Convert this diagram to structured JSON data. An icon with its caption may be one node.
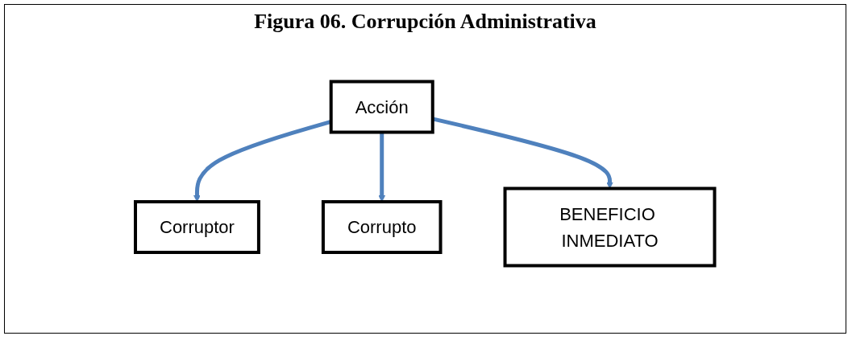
{
  "diagram": {
    "title": "Figura 06. Corrupción Administrativa",
    "nodes": [
      {
        "text": [
          "Corruptor"
        ]
      },
      {
        "text": [
          "Acción"
        ]
      },
      {
        "text": [
          "Corrupto"
        ]
      },
      {
        "text": [
          "BENEFICIO INMEDIATO"
        ]
      }
    ],
    "edges": [
      {
        "from": 1,
        "to": 0,
        "arrow": "to"
      },
      {
        "from": 1,
        "to": 2,
        "arrow": "to"
      },
      {
        "from": 1,
        "to": 3,
        "arrow": "to"
      }
    ]
  }
}
